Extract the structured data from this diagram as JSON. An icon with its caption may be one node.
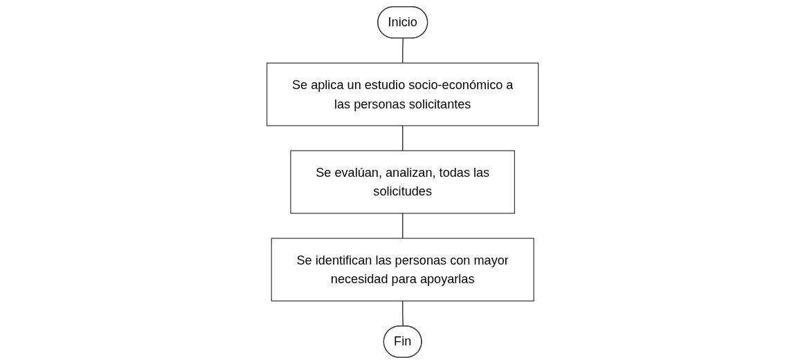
{
  "diagram": {
    "nodes": [
      {
        "text": [
          "Inicio"
        ]
      },
      {
        "text": [
          "Se aplica un estudio socio-económico a las personas solicitantes"
        ]
      },
      {
        "text": [
          "Se evalúan, analizan, todas las solicitudes"
        ]
      },
      {
        "text": [
          "Se identifican las personas con mayor necesidad para apoyarlas"
        ]
      },
      {
        "text": [
          "Fin"
        ]
      }
    ],
    "edges": [
      {
        "from": 0,
        "to": 1,
        "arrow": "none"
      },
      {
        "from": 1,
        "to": 2,
        "arrow": "none"
      },
      {
        "from": 2,
        "to": 3,
        "arrow": "none"
      },
      {
        "from": 3,
        "to": 4,
        "arrow": "none"
      }
    ]
  }
}
